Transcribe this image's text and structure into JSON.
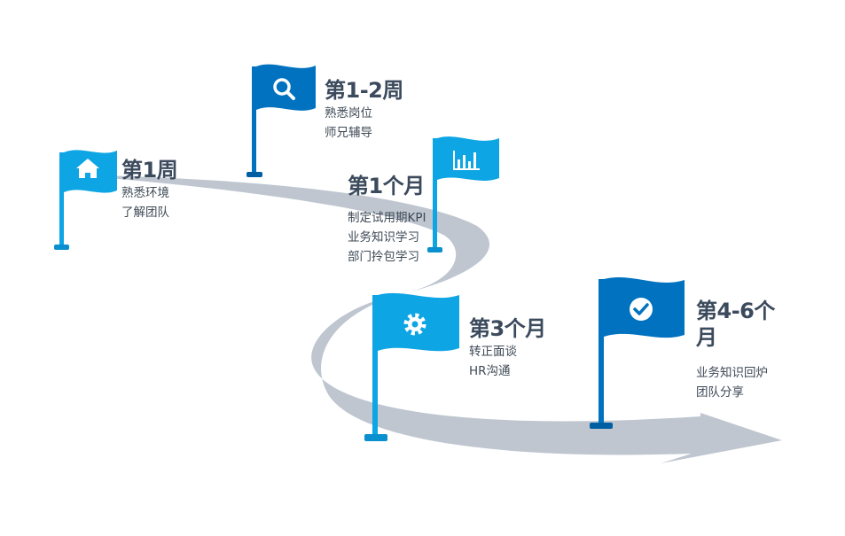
{
  "colors": {
    "road": "#bfc6d0",
    "flag_light": "#0ea5e4",
    "flag_dark": "#0072c0",
    "text_title": "#3b4a5c",
    "text_desc": "#3e4a56"
  },
  "milestones": [
    {
      "id": "week1",
      "icon": "home-icon",
      "title": "第1周",
      "lines": [
        "熟悉环境",
        "了解团队"
      ],
      "color": "flag_light"
    },
    {
      "id": "week1-2",
      "icon": "search-icon",
      "title": "第1-2周",
      "lines": [
        "熟悉岗位",
        "师兄辅导"
      ],
      "color": "flag_dark"
    },
    {
      "id": "month1",
      "icon": "bar-chart-icon",
      "title": "第1个月",
      "lines": [
        "制定试用期KPI",
        "业务知识学习",
        "部门拎包学习"
      ],
      "color": "flag_light"
    },
    {
      "id": "month3",
      "icon": "gear-icon",
      "title": "第3个月",
      "lines": [
        "转正面谈",
        "HR沟通"
      ],
      "color": "flag_light"
    },
    {
      "id": "month4-6",
      "icon": "check-circle-icon",
      "title_lines": [
        "第4-6个",
        "月"
      ],
      "lines": [
        "业务知识回炉",
        "团队分享"
      ],
      "color": "flag_dark"
    }
  ]
}
